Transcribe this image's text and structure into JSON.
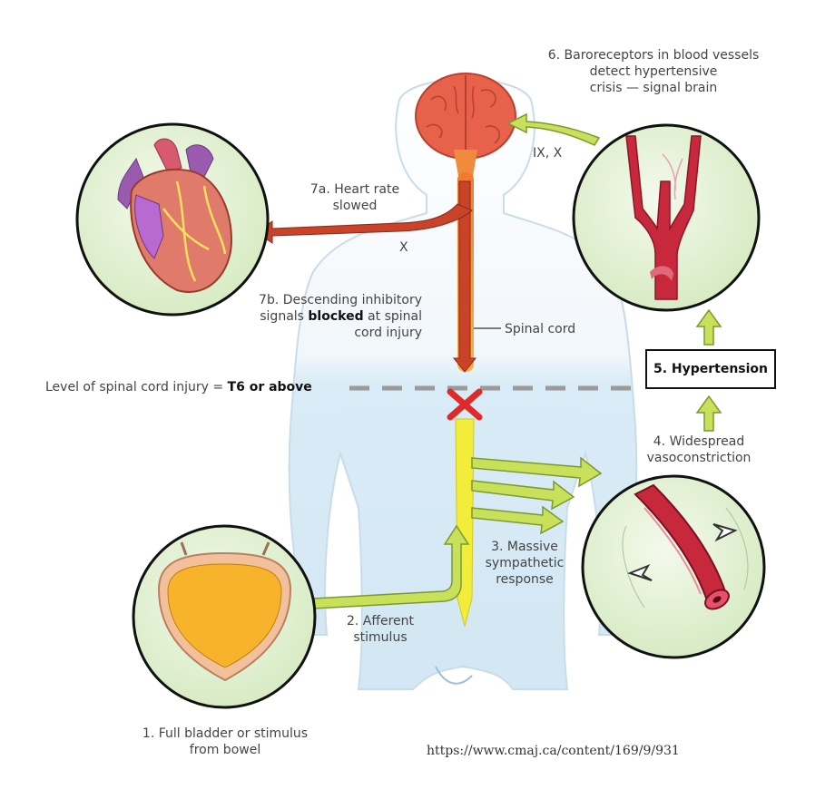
{
  "labels": {
    "baroreceptors": [
      "6. Baroreceptors in blood vessels",
      "detect hypertensive",
      "crisis — signal brain"
    ],
    "cranial_nerves": "IX, X",
    "heart_rate_slowed": [
      "7a. Heart rate",
      "slowed"
    ],
    "vagus": "X",
    "descending_inhibitory": {
      "line1": "7b. Descending inhibitory",
      "line2_prefix": "signals ",
      "line2_bold": "blocked",
      "line2_suffix": " at spinal",
      "line3": "cord injury"
    },
    "spinal_cord": "Spinal cord",
    "injury_level": {
      "prefix": "Level of spinal cord injury = ",
      "bold": "T6 or above"
    },
    "hypertension": "5. Hypertension",
    "vasoconstriction": [
      "4. Widespread",
      "vasoconstriction"
    ],
    "sympathetic": [
      "3. Massive",
      "sympathetic",
      "response"
    ],
    "afferent": [
      "2. Afferent",
      "stimulus"
    ],
    "bladder": [
      "1. Full bladder or stimulus",
      "from bowel"
    ],
    "source_url": "https://www.cmaj.ca/content/169/9/931"
  },
  "colors": {
    "efferent_arrow": "#c8432a",
    "afferent_arrow": "#c8e05a",
    "arrow_outline": "#7a9a30",
    "brain": "#e8614a",
    "spinal_upper": "#f08a3c",
    "spinal_lower": "#f2ec3a",
    "injury_x": "#e02a2a",
    "blood_vessel": "#c8283c",
    "bladder_fill": "#f7b32b",
    "circle_bg": "#e6f2d6",
    "body_fill_lower": "#d7eaf6",
    "body_outline": "#bcd6e6",
    "dashed_line": "#9a9a9a"
  }
}
